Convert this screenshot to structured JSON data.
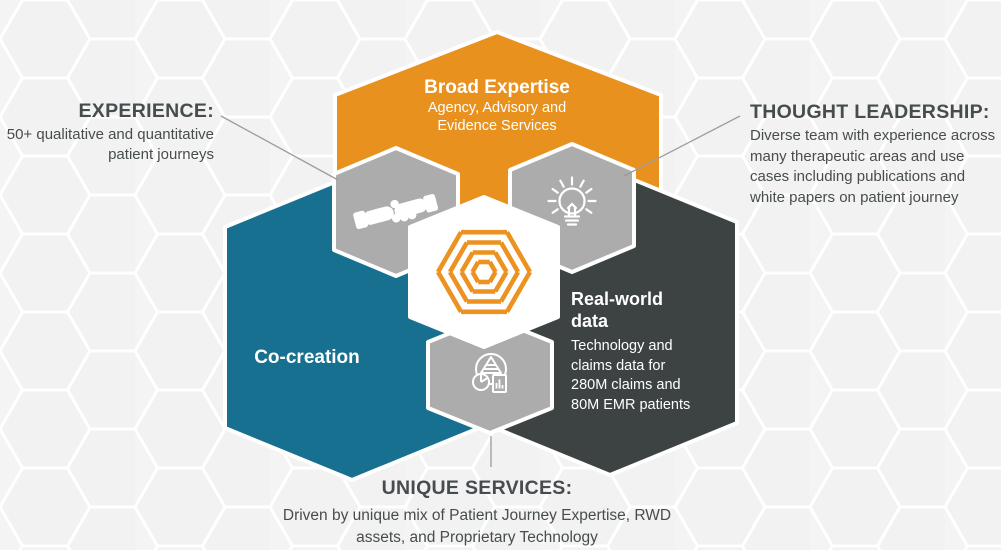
{
  "hexagons": {
    "broad_expertise": {
      "title": "Broad Expertise",
      "subtitle": "Agency, Advisory and\nEvidence Services",
      "color": "#E8911F"
    },
    "co_creation": {
      "title": "Co-creation",
      "color": "#17708F"
    },
    "real_world_data": {
      "title": "Real-world\ndata",
      "body": "Technology and\nclaims data for\n280M claims and\n80M EMR patients",
      "color": "#3C4342"
    },
    "inner_gray_color": "#ACACAC",
    "center_color": "#FFFFFF"
  },
  "callouts": {
    "experience": {
      "title": "EXPERIENCE:",
      "body": "50+ qualitative and quantitative\npatient journeys"
    },
    "thought_leadership": {
      "title": "THOUGHT LEADERSHIP:",
      "body": "Diverse team with experience across\nmany therapeutic areas and use\ncases including publications and\nwhite papers on patient journey"
    },
    "unique_services": {
      "title": "UNIQUE SERVICES:",
      "body": "Driven by unique mix of Patient Journey Expertise, RWD\nassets, and Proprietary Technology"
    }
  },
  "icons": {
    "center": "hexagon-logo",
    "top_left": "handshake-icon",
    "top_right": "lightbulb-icon",
    "bottom": "data-analytics-icon"
  },
  "colors": {
    "orange": "#E8911F",
    "teal": "#17708F",
    "dark_gray": "#3C4342",
    "hex_gray": "#ACACAC",
    "text": "#474C4E",
    "background_tile": "#F2F2F2",
    "connector": "#9C9C9C"
  }
}
